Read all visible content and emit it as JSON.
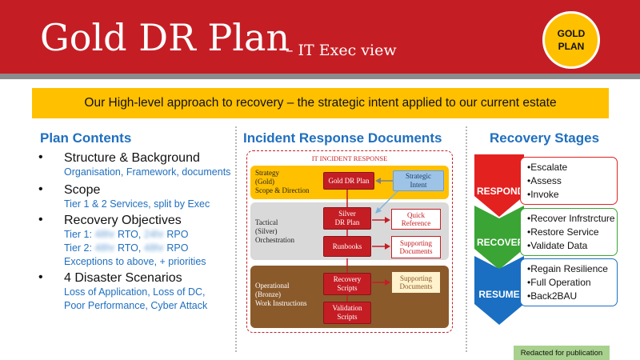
{
  "header": {
    "title": "Gold DR Plan",
    "subtitle": "– IT Exec view",
    "badge_line1": "GOLD",
    "badge_line2": "PLAN"
  },
  "banner": "Our High-level approach to recovery – the strategic intent applied to our current estate",
  "plan_contents": {
    "title": "Plan Contents",
    "bullet": "•",
    "items": [
      {
        "head": "Structure & Background",
        "sub": "Organisation, Framework, documents"
      },
      {
        "head": "Scope",
        "sub": "Tier 1 & 2 Services, split by Exec"
      },
      {
        "head": "Recovery Objectives",
        "tier1": {
          "label": "Tier 1:",
          "rto_value": "48hr",
          "rto": "RTO,",
          "rpo_value": "24hr",
          "rpo": "RPO"
        },
        "tier2": {
          "label": "Tier 2:",
          "rto_value": "48hr",
          "rto": "RTO,",
          "rpo_value": "48hr",
          "rpo": "RPO"
        },
        "sub3": "Exceptions to above, + priorities"
      },
      {
        "head": "4 Disaster Scenarios",
        "sub": "Loss of Application, Loss of DC,",
        "sub2": "Poor Performance, Cyber Attack"
      }
    ]
  },
  "incident_response": {
    "title": "Incident Response Documents",
    "frame_title": "IT INCIDENT RESPONSE",
    "band_strategy": "Strategy\n(Gold)\nScope & Direction",
    "band_tactical": "Tactical\n(Silver)\nOrchestration",
    "band_operational": "Operational\n(Bronze)\nWork Instructions",
    "gold_dr_plan": "Gold  DR Plan",
    "strategic_intent": "Strategic\nIntent",
    "silver_dr_plan": "Silver\nDR Plan",
    "quick_reference": "Quick\nReference",
    "runbooks": "Runbooks",
    "supporting_docs_1": "Supporting\nDocuments",
    "recovery_scripts": "Recovery\nScripts",
    "supporting_docs_2": "Supporting\nDocuments",
    "validation_scripts": "Validation\nScripts"
  },
  "recovery_stages": {
    "title": "Recovery Stages",
    "stages": [
      {
        "label": "RESPOND",
        "color": "#e3211f",
        "items": [
          "•Escalate",
          "•Assess",
          "•Invoke"
        ]
      },
      {
        "label": "RECOVER",
        "color": "#3aa535",
        "items": [
          "•Recover Infrstrcture",
          "•Restore Service",
          "•Validate Data"
        ]
      },
      {
        "label": "RESUME",
        "color": "#1a6fc2",
        "items": [
          "•Regain Resilience",
          "•Full Operation",
          "•Back2BAU"
        ]
      }
    ]
  },
  "footer_note": "Redacted for publication",
  "colors": {
    "brand_red": "#c41e24",
    "gold": "#ffc000",
    "accent_blue": "#1f6fbf",
    "divider_grey": "#8c8c8c"
  }
}
